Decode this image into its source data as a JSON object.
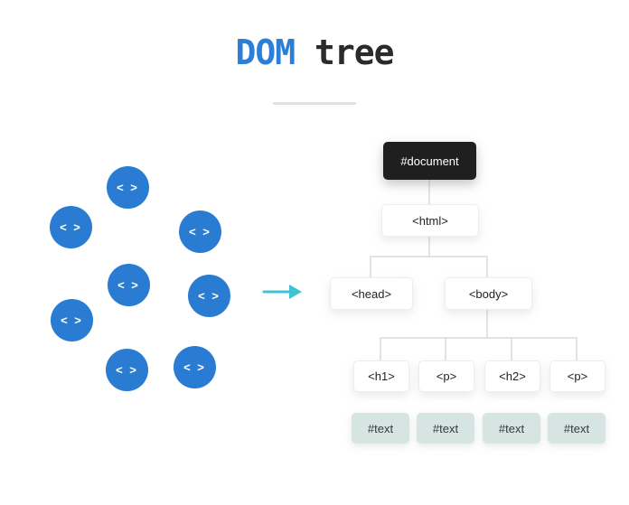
{
  "title": {
    "dom": "DOM",
    "tree": "tree"
  },
  "left_cluster": {
    "code_icon": "< >"
  },
  "tree": {
    "document": "#document",
    "html": "<html>",
    "head": "<head>",
    "body": "<body>",
    "elements": [
      {
        "label": "<h1>"
      },
      {
        "label": "<p>"
      },
      {
        "label": "<h2>"
      },
      {
        "label": "<p>"
      }
    ],
    "texts": [
      {
        "label": "#text"
      },
      {
        "label": "#text"
      },
      {
        "label": "#text"
      },
      {
        "label": "#text"
      }
    ]
  },
  "colors": {
    "node_blue": "#2a7cd2",
    "title_blue": "#2b7fd6",
    "title_dark": "#2b2b2b",
    "arrow_teal": "#3fc3d4",
    "document_bg": "#1f1f1f",
    "text_node_bg": "#d6e5e1",
    "connector_gray": "#dadada"
  }
}
